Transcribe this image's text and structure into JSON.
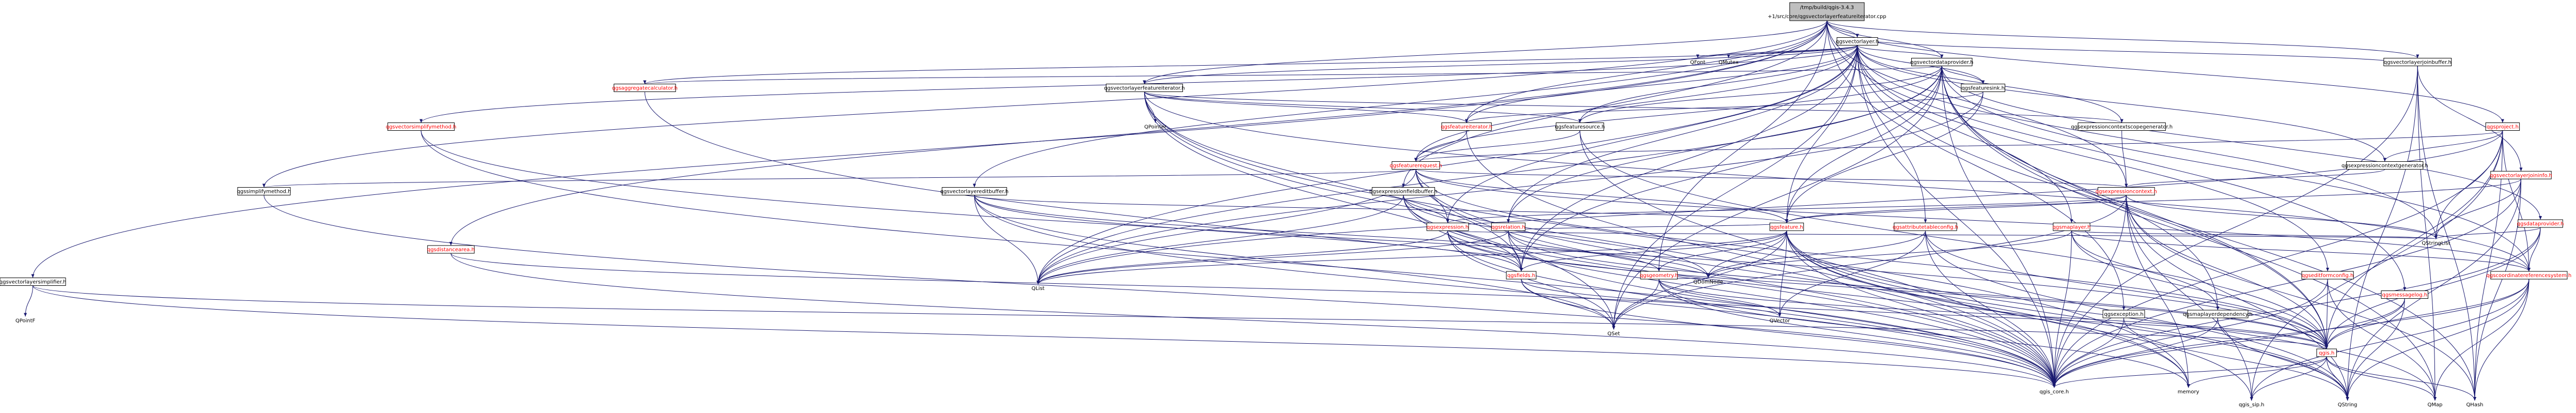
{
  "colors": {
    "edge": "#191970",
    "root_fill": "#bfbfbf",
    "node_fill": "#ffffff",
    "text": "#000000",
    "link_text": "#ff0000",
    "plain_text": "#000000"
  },
  "nodes": {
    "root": {
      "label": "/tmp/build/qgis-3.4.3\n+1/src/core/qgsvectorlayerfeatureiterator.cpp",
      "style": "root"
    },
    "qgsvectorlayer_h": {
      "label": "qgsvectorlayer.h",
      "style": "box"
    },
    "qfont": {
      "label": "QFont",
      "style": "plain"
    },
    "qmutex": {
      "label": "QMutex",
      "style": "plain"
    },
    "qgsvectordataprovider_h": {
      "label": "qgsvectordataprovider.h",
      "style": "box"
    },
    "qgsvectorlayerjoinbuffer_h": {
      "label": "qgsvectorlayerjoinbuffer.h",
      "style": "box"
    },
    "qgsvectorlayersimplifier_h": {
      "label": "qgsvectorlayersimplifier.h",
      "style": "box"
    },
    "qgsdistancearea_h": {
      "label": "qgsdistancearea.h",
      "style": "link"
    },
    "qgsvectorsimplifymethod_h": {
      "label": "qgsvectorsimplifymethod.h",
      "style": "link"
    },
    "qgssimplifymethod_h": {
      "label": "qgssimplifymethod.h",
      "style": "box"
    },
    "qgsvectorlayereditbuffer_h": {
      "label": "qgsvectorlayereditbuffer.h",
      "style": "box"
    },
    "qgsaggregatecalculator_h": {
      "label": "qgsaggregatecalculator.h",
      "style": "link"
    },
    "qgsvectorlayerfeatureiterator_h": {
      "label": "qgsvectorlayerfeatureiterator.h",
      "style": "box"
    },
    "qpointer": {
      "label": "QPointer",
      "style": "plain"
    },
    "qpointf": {
      "label": "QPointF",
      "style": "plain"
    },
    "qgsfeaturesink_h": {
      "label": "qgsfeaturesink.h",
      "style": "box"
    },
    "qgsfeatureiterator_h": {
      "label": "qgsfeatureiterator.h",
      "style": "link"
    },
    "qgsfeaturesource_h": {
      "label": "qgsfeaturesource.h",
      "style": "box"
    },
    "qgsfeaturerequest_h": {
      "label": "qgsfeaturerequest.h",
      "style": "link"
    },
    "qgsexpressioncontextscopegenerator_h": {
      "label": "qgsexpressioncontextscopegenerator.h",
      "style": "box"
    },
    "qgsexpressioncontextgenerator_h": {
      "label": "qgsexpressioncontextgenerator.h",
      "style": "box"
    },
    "qgsexpressioncontext_h": {
      "label": "qgsexpressioncontext.h",
      "style": "link"
    },
    "qgsexpressionfieldbuffer_h": {
      "label": "qgsexpressionfieldbuffer.h",
      "style": "box"
    },
    "qgsexpression_h": {
      "label": "qgsexpression.h",
      "style": "link"
    },
    "qgsfeature_h": {
      "label": "qgsfeature.h",
      "style": "link"
    },
    "qgsrelation_h": {
      "label": "qgsrelation.h",
      "style": "link"
    },
    "qgsattributetableconfig_h": {
      "label": "qgsattributetableconfig.h",
      "style": "link"
    },
    "qgsmaplayer_h": {
      "label": "qgsmaplayer.h",
      "style": "link"
    },
    "qgsfields_h": {
      "label": "qgsfields.h",
      "style": "link"
    },
    "qgsgeometry_h": {
      "label": "qgsgeometry.h",
      "style": "link"
    },
    "qgsproject_h": {
      "label": "qgsproject.h",
      "style": "link"
    },
    "qgsvectorlayerjoininfo_h": {
      "label": "qgsvectorlayerjoininfo.h",
      "style": "link"
    },
    "qgsvectorlayerjoinbuffer2_h": {
      "label": "qgsvectorlayerjoinbuffer.h",
      "style": "box"
    },
    "qgsdataprovider_h": {
      "label": "qgsdataprovider.h",
      "style": "link"
    },
    "qgseditformconfig_h": {
      "label": "qgseditformconfig.h",
      "style": "link"
    },
    "qgsmessagelog_h": {
      "label": "qgsmessagelog.h",
      "style": "link"
    },
    "qgscoordinatereferencesystem_h": {
      "label": "qgscoordinatereferencesystem.h",
      "style": "link"
    },
    "qgsexception_h": {
      "label": "qgsexception.h",
      "style": "box"
    },
    "qgsmaplayerdependency_h": {
      "label": "qgsmaplayerdependency.h",
      "style": "box"
    },
    "qgis_h": {
      "label": "qgis.h",
      "style": "link"
    },
    "qlist": {
      "label": "QList",
      "style": "plain"
    },
    "qset": {
      "label": "QSet",
      "style": "plain"
    },
    "qdomnode": {
      "label": "QDomNode",
      "style": "plain"
    },
    "qvector": {
      "label": "QVector",
      "style": "plain"
    },
    "qstringlist": {
      "label": "QStringList",
      "style": "plain"
    },
    "qgis_core_h": {
      "label": "qgis_core.h",
      "style": "plain"
    },
    "memory": {
      "label": "memory",
      "style": "plain"
    },
    "qgis_sip_h": {
      "label": "qgis_sip.h",
      "style": "plain"
    },
    "qstring": {
      "label": "QString",
      "style": "plain"
    },
    "qmap": {
      "label": "QMap",
      "style": "plain"
    },
    "qhash": {
      "label": "QHash",
      "style": "plain"
    }
  },
  "edges": [
    [
      "root",
      "qgsvectorlayer_h"
    ],
    [
      "root",
      "qgsvectorlayerjoinbuffer2_h"
    ],
    [
      "root",
      "qgsvectordataprovider_h"
    ],
    [
      "root",
      "qgsvectorlayerfeatureiterator_h"
    ],
    [
      "root",
      "qgssimplifymethod_h"
    ],
    [
      "root",
      "qgsvectorlayersimplifier_h"
    ],
    [
      "root",
      "qgsvectorlayereditbuffer_h"
    ],
    [
      "root",
      "qgsexpressionfieldbuffer_h"
    ],
    [
      "root",
      "qgsgeometry_h"
    ],
    [
      "root",
      "qgsmessagelog_h"
    ],
    [
      "root",
      "qgsproject_h"
    ],
    [
      "root",
      "qgsexception_h"
    ],
    [
      "root",
      "qgsexpressioncontext_h"
    ],
    [
      "root",
      "qgsdistancearea_h"
    ],
    [
      "root",
      "qgsfeatureiterator_h"
    ],
    [
      "qgsvectorlayer_h",
      "qfont"
    ],
    [
      "qgsvectorlayer_h",
      "qmutex"
    ],
    [
      "qgsvectorlayer_h",
      "qgsvectordataprovider_h"
    ],
    [
      "qgsvectorlayer_h",
      "qgsaggregatecalculator_h"
    ],
    [
      "qgsvectorlayer_h",
      "qgsvectorsimplifymethod_h"
    ],
    [
      "qgsvectorlayer_h",
      "qgsvectorlayerfeatureiterator_h"
    ],
    [
      "qgsvectorlayer_h",
      "qgsfeaturesource_h"
    ],
    [
      "qgsvectorlayer_h",
      "qgsfeaturerequest_h"
    ],
    [
      "qgsvectorlayer_h",
      "qgsexpressioncontextgenerator_h"
    ],
    [
      "qgsvectorlayer_h",
      "qgsmaplayer_h"
    ],
    [
      "qgsvectorlayer_h",
      "qgsfeature_h"
    ],
    [
      "qgsvectorlayer_h",
      "qgsrelation_h"
    ],
    [
      "qgsvectorlayer_h",
      "qgsattributetableconfig_h"
    ],
    [
      "qgsvectorlayer_h",
      "qgseditformconfig_h"
    ],
    [
      "qgsvectorlayer_h",
      "qgsfields_h"
    ],
    [
      "qgsvectorlayer_h",
      "qgis_core_h"
    ],
    [
      "qgsvectorlayer_h",
      "qgis_h"
    ],
    [
      "qgsvectorlayer_h",
      "qlist"
    ],
    [
      "qgsvectorlayer_h",
      "qset"
    ],
    [
      "qgsvectorlayer_h",
      "qstringlist"
    ],
    [
      "qgsvectorlayer_h",
      "qgsfeaturesink_h"
    ],
    [
      "qgsvectorlayer_h",
      "qgsexpressioncontextscopegenerator_h"
    ],
    [
      "qgsvectorlayer_h",
      "qgsfeatureiterator_h"
    ],
    [
      "qgsvectorlayer_h",
      "qgsexpression_h"
    ],
    [
      "qgsvectordataprovider_h",
      "qgsfeaturesink_h"
    ],
    [
      "qgsvectordataprovider_h",
      "qgsfeaturesource_h"
    ],
    [
      "qgsvectordataprovider_h",
      "qgsdataprovider_h"
    ],
    [
      "qgsvectordataprovider_h",
      "qgsfeature_h"
    ],
    [
      "qgsvectordataprovider_h",
      "qgsaggregatecalculator_h"
    ],
    [
      "qgsvectordataprovider_h",
      "qgsmaplayerdependency_h"
    ],
    [
      "qgsvectordataprovider_h",
      "qgsrelation_h"
    ],
    [
      "qgsvectordataprovider_h",
      "qgis_core_h"
    ],
    [
      "qgsvectordataprovider_h",
      "qgis_h"
    ],
    [
      "qgsvectordataprovider_h",
      "qset"
    ],
    [
      "qgsvectordataprovider_h",
      "qmap"
    ],
    [
      "qgsvectordataprovider_h",
      "qhash"
    ],
    [
      "qgsvectordataprovider_h",
      "qlist"
    ],
    [
      "qgsvectordataprovider_h",
      "qgsfeaturerequest_h"
    ],
    [
      "qgsvectordataprovider_h",
      "qgsfields_h"
    ],
    [
      "qgsvectordataprovider_h",
      "qgscoordinatereferencesystem_h"
    ],
    [
      "qgsvectorlayerfeatureiterator_h",
      "qpointer"
    ],
    [
      "qgsvectorlayerfeatureiterator_h",
      "qgsfeatureiterator_h"
    ],
    [
      "qgsvectorlayerfeatureiterator_h",
      "qgsfeaturesource_h"
    ],
    [
      "qgsvectorlayerfeatureiterator_h",
      "qgsfields_h"
    ],
    [
      "qgsvectorlayerfeatureiterator_h",
      "qgscoordinatereferencesystem_h"
    ],
    [
      "qgsvectorlayerfeatureiterator_h",
      "qgis_core_h"
    ],
    [
      "qgsvectorlayerfeatureiterator_h",
      "qset"
    ],
    [
      "qgsvectorlayerfeatureiterator_h",
      "memory"
    ],
    [
      "qgsvectorlayerfeatureiterator_h",
      "qgsexpressioncontextscopegenerator_h"
    ],
    [
      "qgsfeaturesink_h",
      "qgsfeature_h"
    ],
    [
      "qgsfeaturesink_h",
      "qgsfeatureiterator_h"
    ],
    [
      "qgsfeaturesink_h",
      "qlist"
    ],
    [
      "qgsfeatureiterator_h",
      "qgsfeaturerequest_h"
    ],
    [
      "qgsfeatureiterator_h",
      "qgis_core_h"
    ],
    [
      "qgsfeaturesource_h",
      "qgsfeaturerequest_h"
    ],
    [
      "qgsfeaturesource_h",
      "qgis_core_h"
    ],
    [
      "qgsfeaturesource_h",
      "qgis_h"
    ],
    [
      "qgsfeaturerequest_h",
      "qgsfeature_h"
    ],
    [
      "qgsfeaturerequest_h",
      "qgsexpression_h"
    ],
    [
      "qgsfeaturerequest_h",
      "qgsexpressioncontext_h"
    ],
    [
      "qgsfeaturerequest_h",
      "qgssimplifymethod_h"
    ],
    [
      "qgsfeaturerequest_h",
      "qgis_core_h"
    ],
    [
      "qgsfeaturerequest_h",
      "qlist"
    ],
    [
      "qgsfeaturerequest_h",
      "memory"
    ],
    [
      "qgsfeaturerequest_h",
      "qgscoordinatereferencesystem_h"
    ],
    [
      "qgsfeaturerequest_h",
      "qgis_h"
    ],
    [
      "qgsexpressioncontextscopegenerator_h",
      "qgsexpressioncontext_h"
    ],
    [
      "qgsexpressioncontextgenerator_h",
      "qgsexpressioncontext_h"
    ],
    [
      "qgsexpressioncontext_h",
      "qgis_core_h"
    ],
    [
      "qgsexpressioncontext_h",
      "qgis_h"
    ],
    [
      "qgsexpressioncontext_h",
      "qgsfeature_h"
    ],
    [
      "qgsexpressioncontext_h",
      "qgsexpression_h"
    ],
    [
      "qgsexpressioncontext_h",
      "qstring"
    ],
    [
      "qgsexpressioncontext_h",
      "qstringlist"
    ],
    [
      "qgsexpressioncontext_h",
      "qhash"
    ],
    [
      "qgsexpressioncontext_h",
      "qset"
    ],
    [
      "qgsexpressioncontext_h",
      "qgis_sip_h"
    ],
    [
      "qgsexpressioncontext_h",
      "memory"
    ],
    [
      "qgsexpressionfieldbuffer_h",
      "qgsexpression_h"
    ],
    [
      "qgsexpressionfieldbuffer_h",
      "qgsfields_h"
    ],
    [
      "qgsexpressionfieldbuffer_h",
      "qgis_core_h"
    ],
    [
      "qgsexpressionfieldbuffer_h",
      "qlist"
    ],
    [
      "qgsexpressionfieldbuffer_h",
      "qdomnode"
    ],
    [
      "qgsexpressionfieldbuffer_h",
      "qstring"
    ],
    [
      "qgsexpression_h",
      "qgis_core_h"
    ],
    [
      "qgsexpression_h",
      "qlist"
    ],
    [
      "qgsexpression_h",
      "qset"
    ],
    [
      "qgsexpression_h",
      "qgsfields_h"
    ],
    [
      "qgsexpression_h",
      "qgis_h"
    ],
    [
      "qgsexpression_h",
      "qstringlist"
    ],
    [
      "qgsfeature_h",
      "qgis_core_h"
    ],
    [
      "qgsfeature_h",
      "qgis_sip_h"
    ],
    [
      "qgsfeature_h",
      "qmap"
    ],
    [
      "qgsfeature_h",
      "qlist"
    ],
    [
      "qgsfeature_h",
      "qset"
    ],
    [
      "qgsfeature_h",
      "qvector"
    ],
    [
      "qgsfeature_h",
      "qstring"
    ],
    [
      "qgsfeature_h",
      "qgsfields_h"
    ],
    [
      "qgsfeature_h",
      "qgsgeometry_h"
    ],
    [
      "qgsfeature_h",
      "memory"
    ],
    [
      "qgsfeature_h",
      "qdomnode"
    ],
    [
      "qgsrelation_h",
      "qgis_core_h"
    ],
    [
      "qgsrelation_h",
      "qlist"
    ],
    [
      "qgsrelation_h",
      "qdomnode"
    ],
    [
      "qgsrelation_h",
      "qgsfields_h"
    ],
    [
      "qgsrelation_h",
      "qgis_h"
    ],
    [
      "qgsrelation_h",
      "qgsfeature_h"
    ],
    [
      "qgsattributetableconfig_h",
      "qgis_core_h"
    ],
    [
      "qgsattributetableconfig_h",
      "qstring"
    ],
    [
      "qgsattributetableconfig_h",
      "qvector"
    ],
    [
      "qgsattributetableconfig_h",
      "qdomnode"
    ],
    [
      "qgsattributetableconfig_h",
      "qgis_h"
    ],
    [
      "qgsmaplayer_h",
      "qgis_core_h"
    ],
    [
      "qgsmaplayer_h",
      "qgis_h"
    ],
    [
      "qgsmaplayer_h",
      "qgsmaplayerdependency_h"
    ],
    [
      "qgsmaplayer_h",
      "qgscoordinatereferencesystem_h"
    ],
    [
      "qgsmaplayer_h",
      "qdomnode"
    ],
    [
      "qgsmaplayer_h",
      "qstringlist"
    ],
    [
      "qgsfields_h",
      "qgis_core_h"
    ],
    [
      "qgsfields_h",
      "qset"
    ],
    [
      "qgsfields_h",
      "qgis_h"
    ],
    [
      "qgsgeometry_h",
      "qgis_core_h"
    ],
    [
      "qgsgeometry_h",
      "qgis_h"
    ],
    [
      "qgsgeometry_h",
      "qvector"
    ],
    [
      "qgsgeometry_h",
      "qset"
    ],
    [
      "qgsgeometry_h",
      "memory"
    ],
    [
      "qgsgeometry_h",
      "qdomnode"
    ],
    [
      "qgsproject_h",
      "qgis_core_h"
    ],
    [
      "qgsproject_h",
      "qgis_h"
    ],
    [
      "qgsproject_h",
      "qstringlist"
    ],
    [
      "qgsproject_h",
      "qhash"
    ],
    [
      "qgsproject_h",
      "qlist"
    ],
    [
      "qgsproject_h",
      "qgsexpressioncontextgenerator_h"
    ],
    [
      "qgsproject_h",
      "qgscoordinatereferencesystem_h"
    ],
    [
      "qgsproject_h",
      "qgis_sip_h"
    ],
    [
      "qgsproject_h",
      "qgsfeaturerequest_h"
    ],
    [
      "qgsvectorlayerjoininfo_h",
      "qgis_core_h"
    ],
    [
      "qgsvectorlayerjoininfo_h",
      "qhash"
    ],
    [
      "qgsvectorlayerjoininfo_h",
      "qstring"
    ],
    [
      "qgsvectorlayerjoininfo_h",
      "qstringlist"
    ],
    [
      "qgsvectorlayerjoininfo_h",
      "qgsfeature_h"
    ],
    [
      "qgsvectorlayerjoinbuffer2_h",
      "qgsvectorlayerjoininfo_h"
    ],
    [
      "qgsvectorlayerjoinbuffer2_h",
      "qgsvectorlayerjoinbuffer_h"
    ],
    [
      "qgsvectorlayerjoinbuffer2_h",
      "qgis_core_h"
    ],
    [
      "qgsvectorlayerjoinbuffer2_h",
      "qhash"
    ],
    [
      "qgsvectorlayerjoinbuffer2_h",
      "qstring"
    ],
    [
      "qgsvectorlayerjoinbuffer2_h",
      "qmap"
    ],
    [
      "qgsvectorlayerjoinbuffer2_h",
      "qgsvectorlayer_h"
    ],
    [
      "qgsvectorlayerjoinbuffer_h",
      "qgsfeature_h"
    ],
    [
      "qgsvectorlayerjoinbuffer_h",
      "qgis_core_h"
    ],
    [
      "qgsvectorlayerjoinbuffer_h",
      "qlist"
    ],
    [
      "qgsdataprovider_h",
      "qgis_core_h"
    ],
    [
      "qgsdataprovider_h",
      "qstringlist"
    ],
    [
      "qgsdataprovider_h",
      "qgis_h"
    ],
    [
      "qgsdataprovider_h",
      "qgscoordinatereferencesystem_h"
    ],
    [
      "qgseditformconfig_h",
      "qgis_core_h"
    ],
    [
      "qgseditformconfig_h",
      "qmap"
    ],
    [
      "qgseditformconfig_h",
      "qgis_h"
    ],
    [
      "qgsmessagelog_h",
      "qgis_core_h"
    ],
    [
      "qgsmessagelog_h",
      "qgis_h"
    ],
    [
      "qgsmessagelog_h",
      "qstring"
    ],
    [
      "qgscoordinatereferencesystem_h",
      "qgis_core_h"
    ],
    [
      "qgscoordinatereferencesystem_h",
      "qhash"
    ],
    [
      "qgscoordinatereferencesystem_h",
      "qstring"
    ],
    [
      "qgscoordinatereferencesystem_h",
      "qmap"
    ],
    [
      "qgscoordinatereferencesystem_h",
      "qgis_h"
    ],
    [
      "qgscoordinatereferencesystem_h",
      "qgis_sip_h"
    ],
    [
      "qgsexception_h",
      "qgis_core_h"
    ],
    [
      "qgsexception_h",
      "qstring"
    ],
    [
      "qgsmaplayerdependency_h",
      "qgis_core_h"
    ],
    [
      "qgsmaplayerdependency_h",
      "qstring"
    ],
    [
      "qgis_h",
      "qgis_core_h"
    ],
    [
      "qgis_h",
      "qgis_sip_h"
    ],
    [
      "qgis_h",
      "memory"
    ],
    [
      "qgis_h",
      "qstring"
    ],
    [
      "qgis_h",
      "qmap"
    ],
    [
      "qgis_h",
      "qhash"
    ],
    [
      "qgssimplifymethod_h",
      "qgis_core_h"
    ],
    [
      "qgsvectorlayersimplifier_h",
      "qgis_core_h"
    ],
    [
      "qgsvectorlayersimplifier_h",
      "qpointf"
    ],
    [
      "qgsvectorlayersimplifier_h",
      "qgis_h"
    ],
    [
      "qgsvectorsimplifymethod_h",
      "qgis_core_h"
    ],
    [
      "qgsvectorsimplifymethod_h",
      "qgis_h"
    ],
    [
      "qgsdistancearea_h",
      "qgis_core_h"
    ],
    [
      "qgsdistancearea_h",
      "qvector"
    ],
    [
      "qgsvectorlayereditbuffer_h",
      "qgis_core_h"
    ],
    [
      "qgsvectorlayereditbuffer_h",
      "qlist"
    ],
    [
      "qgsvectorlayereditbuffer_h",
      "qset"
    ],
    [
      "qgsvectorlayereditbuffer_h",
      "qgsfields_h"
    ],
    [
      "qgsvectorlayereditbuffer_h",
      "qgsfeature_h"
    ],
    [
      "qgsvectorlayereditbuffer_h",
      "qgsgeometry_h"
    ],
    [
      "qgsaggregatecalculator_h",
      "qgis_core_h"
    ]
  ]
}
